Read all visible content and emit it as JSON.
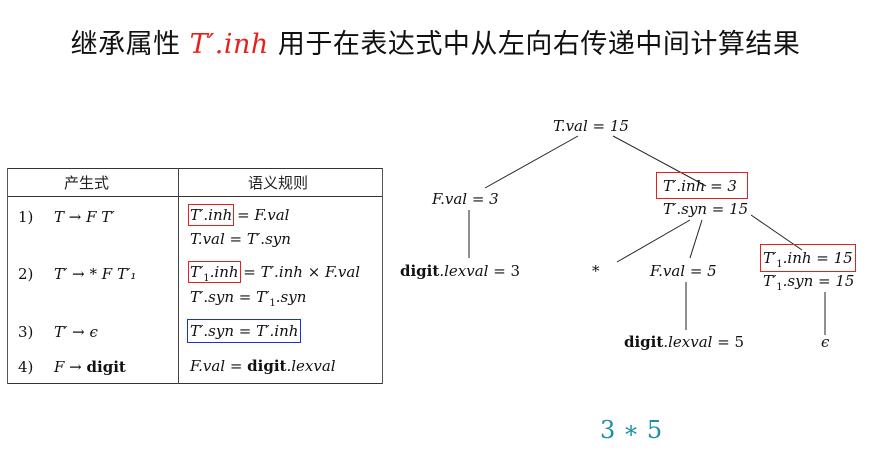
{
  "title": {
    "prefix": "继承属性 ",
    "math": "T′.inh",
    "suffix": " 用于在表达式中从左向右传递中间计算结果"
  },
  "table": {
    "headers": [
      "产生式",
      "语义规则"
    ],
    "rows": [
      {
        "num": "1)",
        "production": "T → F T′",
        "rules": [
          "T′.inh = F.val",
          "T.val = T′.syn"
        ],
        "highlight": [
          "red",
          null
        ]
      },
      {
        "num": "2)",
        "production": "T′ → * F T′₁",
        "rules": [
          "T′₁.inh = T′.inh × F.val",
          "T′.syn = T′₁.syn"
        ],
        "highlight": [
          "red",
          null
        ]
      },
      {
        "num": "3)",
        "production": "T′ → ϵ",
        "rules": [
          "T′.syn = T′.inh"
        ],
        "highlight": [
          "blue"
        ]
      },
      {
        "num": "4)",
        "production": "F → digit",
        "rules": [
          "F.val = digit.lexval"
        ],
        "highlight": [
          null
        ]
      }
    ]
  },
  "tree": {
    "nodes": {
      "root": "T.val = 15",
      "f1": "F.val = 3",
      "t1_inh": "T′.inh = 3",
      "t1_syn": "T′.syn = 15",
      "digit1": "digit.lexval = 3",
      "star": "*",
      "f2": "F.val = 5",
      "t2_inh": "T′₁.inh = 15",
      "t2_syn": "T′₁.syn = 15",
      "digit2": "digit.lexval = 5",
      "eps": "ϵ"
    }
  },
  "expression": "3 ∗ 5",
  "colors": {
    "highlight_red": "#e8201d",
    "highlight_blue": "#1a2fe0",
    "expression": "#1a8fa8"
  }
}
